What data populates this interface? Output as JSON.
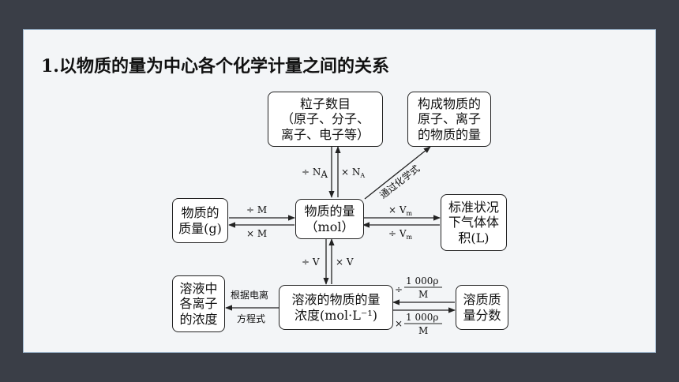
{
  "title": "1.以物质的量为中心各个化学计量之间的关系",
  "nodes": {
    "particles": "粒子数目\n（原子、分子、\n离子、电子等）",
    "constituent": "构成物质的\n原子、离子\n的物质的量",
    "mass": "物质的\n质量(g)",
    "moles": "物质的量\n（mol）",
    "gas_volume": "标准状况\n下气体体\n积(L)",
    "ion_conc": "溶液中\n各离子\n的浓度",
    "concentration": "溶液的物质的量\n浓度(mol·L⁻¹)",
    "mass_fraction": "溶质质\n量分数"
  },
  "edges": {
    "div_na": "÷ N",
    "mul_na": "× N",
    "na_sub": "A",
    "formula": "通过化学式",
    "div_m": "÷ M",
    "mul_m": "× M",
    "mul_vm": "× V",
    "div_vm": "÷ V",
    "vm_sub": "m",
    "div_v": "÷ V",
    "mul_v": "× V",
    "charge1": "根据电离",
    "charge2": "方程式",
    "div_sign": "÷",
    "mul_sign": "×",
    "frac_num": "1 000ρ",
    "frac_den": "M"
  }
}
